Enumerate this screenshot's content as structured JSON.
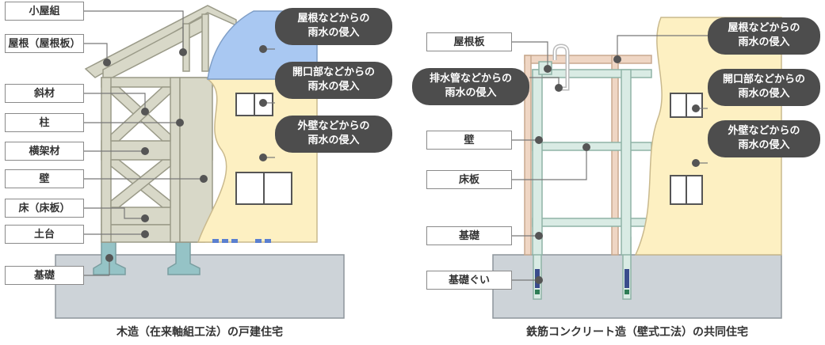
{
  "wood": {
    "labels": [
      "小屋組",
      "屋根（屋根板）",
      "斜材",
      "柱",
      "横架材",
      "壁",
      "床（床板）",
      "土台",
      "基礎"
    ],
    "callouts": [
      {
        "line1": "屋根などからの",
        "line2": "雨水の侵入"
      },
      {
        "line1": "開口部などからの",
        "line2": "雨水の侵入"
      },
      {
        "line1": "外壁などからの",
        "line2": "雨水の侵入"
      }
    ],
    "caption": "木造（在来軸組工法）の戸建住宅"
  },
  "rc": {
    "labels": [
      "屋根板",
      "壁",
      "床板",
      "基礎",
      "基礎ぐい"
    ],
    "drain_callout": {
      "line1": "排水管などからの",
      "line2": "雨水の侵入"
    },
    "callouts": [
      {
        "line1": "屋根などからの",
        "line2": "雨水の侵入"
      },
      {
        "line1": "開口部などからの",
        "line2": "雨水の侵入"
      },
      {
        "line1": "外壁などからの",
        "line2": "雨水の侵入"
      }
    ],
    "caption": "鉄筋コンクリート造（壁式工法）の共同住宅"
  },
  "colors": {
    "ground": "#cdd3d8",
    "timber": "#d8d8c8",
    "wall": "#fdf0c2",
    "roof_cut": "#a9c8f2",
    "foundation": "#95c3c6",
    "rc_frame": "#efd6c4",
    "rc_structure": "#d9ebe4",
    "callout": "#4d4d4d"
  }
}
